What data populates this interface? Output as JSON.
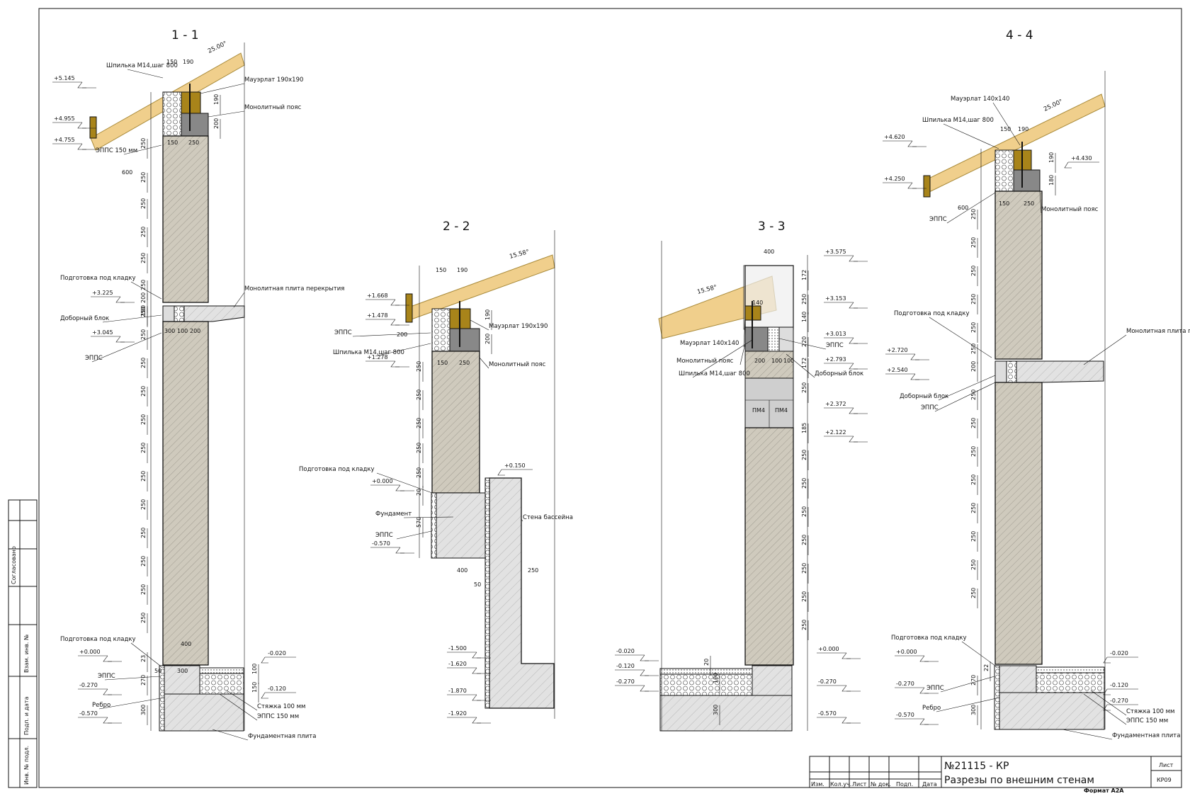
{
  "sections": {
    "s1": {
      "title": "1 - 1",
      "angle": "25.00°",
      "dims": [
        "150",
        "190",
        "190",
        "200",
        "250",
        "150",
        "250",
        "600",
        "250",
        "250",
        "250",
        "250",
        "250",
        "250",
        "200",
        "180",
        "300",
        "100",
        "200",
        "250",
        "250",
        "250",
        "250",
        "250",
        "250",
        "250",
        "250",
        "250",
        "250",
        "250",
        "400",
        "23",
        "50",
        "300",
        "270",
        "100",
        "150",
        "300"
      ],
      "elev": [
        "+5.145",
        "+4.955",
        "+4.755",
        "+3.225",
        "+3.045",
        "+0.000",
        "-0.270",
        "-0.570",
        "-0.020",
        "-0.120"
      ],
      "labels": [
        "Шпилька М14,шаг 800",
        "Мауэрлат 190х190",
        "Монолитный пояс",
        "ЭППС 150 мм",
        "Подготовка под кладку",
        "Монолитная плита перекрытия",
        "Доборный блок",
        "ЭППС",
        "Подготовка под кладку",
        "ЭППС",
        "Ребро",
        "Стяжка 100 мм",
        "ЭППС 150 мм",
        "Фундаментная плита"
      ]
    },
    "s2": {
      "title": "2 - 2",
      "angle": "15.58°",
      "dims": [
        "150",
        "190",
        "190",
        "200",
        "200",
        "150",
        "250",
        "250",
        "250",
        "250",
        "250",
        "250",
        "20",
        "570",
        "400",
        "250",
        "50"
      ],
      "elev": [
        "+1.668",
        "+1.478",
        "+1.278",
        "+0.000",
        "-0.570",
        "+0.150",
        "-1.500",
        "-1.620",
        "-1.870",
        "-1.920"
      ],
      "labels": [
        "ЭППС",
        "Шпилька М14,шаг 800",
        "Мауэрлат 190х190",
        "Монолитный пояс",
        "Подготовка под кладку",
        "Фундамент",
        "ЭППС",
        "Стена бассейна"
      ]
    },
    "s3": {
      "title": "3 - 3",
      "angle": "15.58°",
      "dims": [
        "400",
        "172",
        "250",
        "140",
        "220",
        "172",
        "250",
        "185",
        "250",
        "250",
        "250",
        "250",
        "250",
        "250",
        "250",
        "140",
        "200",
        "100",
        "100",
        "20",
        "100",
        "300"
      ],
      "elev": [
        "+3.575",
        "+3.153",
        "+3.013",
        "+2.793",
        "+2.372",
        "+2.122",
        "+0.000",
        "-0.270",
        "-0.020",
        "-0.120",
        "-0.270",
        "-0.570"
      ],
      "labels": [
        "Мауэрлат 140х140",
        "Монолитный пояс",
        "Шпилька М14,шаг 800",
        "ЭППС",
        "Доборный блок",
        "ПМ4",
        "ПМ4"
      ]
    },
    "s4": {
      "title": "4 - 4",
      "angle": "25.00°",
      "dims": [
        "150",
        "190",
        "190",
        "180",
        "150",
        "250",
        "600",
        "250",
        "250",
        "250",
        "250",
        "250",
        "250",
        "200",
        "250",
        "250",
        "250",
        "250",
        "250",
        "250",
        "250",
        "250",
        "22",
        "270",
        "300"
      ],
      "elev": [
        "+4.620",
        "+4.430",
        "+4.250",
        "+2.720",
        "+2.540",
        "+0.000",
        "-0.270",
        "-0.570",
        "-0.020",
        "-0.120",
        "-0.270"
      ],
      "labels": [
        "Мауэрлат 140х140",
        "Шпилька М14,шаг 800",
        "Монолитный пояс",
        "ЭППС",
        "Подготовка под кладку",
        "Монолитная плита перекрытия",
        "Доборный блок",
        "ЭППС",
        "Подготовка под кладку",
        "ЭППС",
        "Ребро",
        "Стяжка 100 мм",
        "ЭППС 150 мм",
        "Фундаментная плита"
      ]
    }
  },
  "side_stamp": [
    "Согласовано",
    "Взам. инв. №",
    "Подп. и дата",
    "Инв. № подл."
  ],
  "title_block": {
    "cols": [
      "Изм.",
      "Кол.уч.",
      "Лист",
      "№ док.",
      "Подп.",
      "Дата"
    ],
    "code": "№21115 - КР",
    "name": "Разрезы по внешним стенам",
    "sheet_label": "Лист",
    "sheet_no": "КР09"
  },
  "format": "Формат А2А",
  "colors": {
    "wood": "#f0cf8c",
    "wood_dark": "#a8841a",
    "block": "#cfcabd",
    "concrete": "#e2e2e2"
  }
}
